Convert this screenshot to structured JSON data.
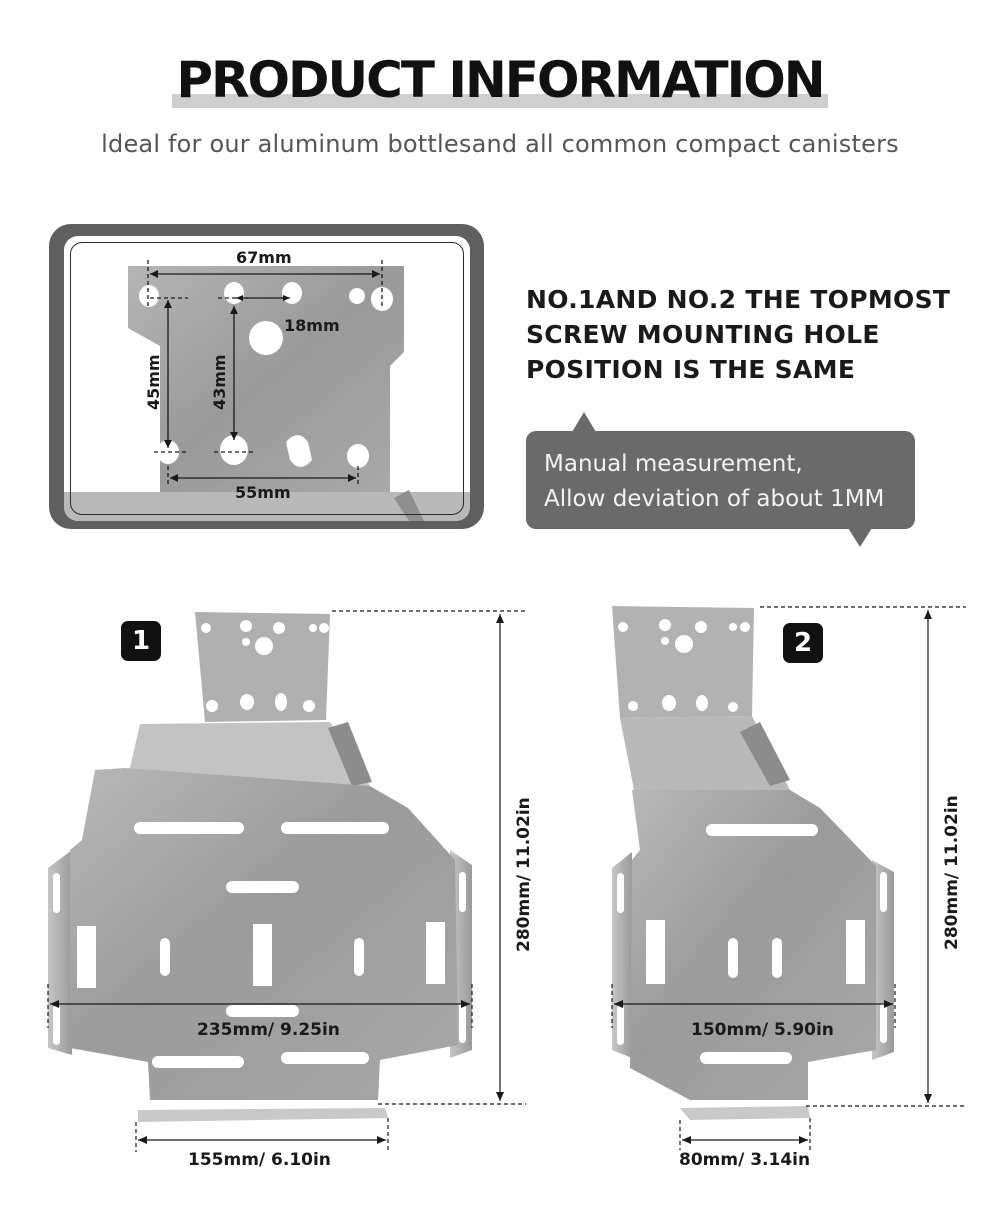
{
  "header": {
    "title": "PRODUCT INFORMATION",
    "subtitle": "ldeal for our aluminum bottlesand all common compact canisters"
  },
  "detail": {
    "width_top": "67mm",
    "hole_spacing": "18mm",
    "height_left": "45mm",
    "height_center": "43mm",
    "width_bottom": "55mm"
  },
  "heading": {
    "line1": "NO.1AND NO.2 THE TOPMOST",
    "line2": "SCREW MOUNTING HOLE",
    "line3": "POSITION IS THE SAME"
  },
  "note": {
    "line1": "Manual measurement,",
    "line2": "Allow deviation of about 1MM"
  },
  "plate1": {
    "badge": "1",
    "height": "280mm/ 11.02in",
    "width": "235mm/ 9.25in",
    "bottom_width": "155mm/ 6.10in"
  },
  "plate2": {
    "badge": "2",
    "height": "280mm/ 11.02in",
    "width": "150mm/ 5.90in",
    "bottom_width": "80mm/ 3.14in"
  },
  "colors": {
    "metal": "#a3a3a3",
    "metal_dark": "#8d8d8d",
    "frame": "#5f5f5f",
    "note_bg": "#6a6a6a",
    "badge_bg": "#111111"
  }
}
